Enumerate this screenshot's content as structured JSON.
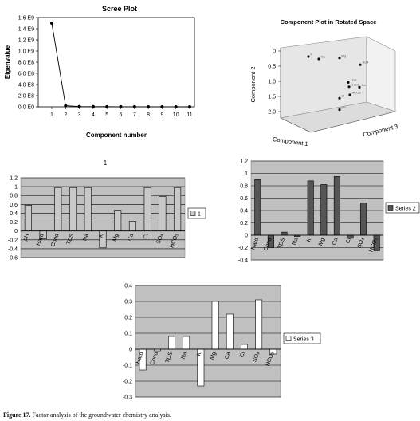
{
  "caption": {
    "label": "Figure 17.",
    "text": " Factor analysis of the groundwater chemistry analysis."
  },
  "chart_data": [
    {
      "id": "scree",
      "type": "line",
      "title": "Scree Plot",
      "xlabel": "Component number",
      "ylabel": "Eigenvalue",
      "x": [
        1,
        2,
        3,
        4,
        5,
        6,
        7,
        8,
        9,
        10,
        11
      ],
      "values": [
        1500000000.0,
        20000000.0,
        5000000.0,
        3000000.0,
        2000000.0,
        1500000.0,
        1000000.0,
        800000.0,
        500000.0,
        300000.0,
        100000.0
      ],
      "ylim": [
        0,
        1600000000.0
      ],
      "yticks": [
        "0.0 E0",
        "2.0 E8",
        "4.0 E8",
        "6.0 E8",
        "8.0 E8",
        "1.0 E9",
        "1.2 E9",
        "1.4 E9",
        "1.6 E9"
      ],
      "grid": false
    },
    {
      "id": "component3d",
      "type": "scatter",
      "title": "Component Plot in Rotated Space",
      "axis_labels": [
        "Component 1",
        "Component 2",
        "Component 3"
      ],
      "yticks": [
        "0",
        "0.5",
        "1.0",
        "1.5",
        "2.0"
      ],
      "points": [
        {
          "label": "K",
          "c1": 0.1,
          "c2": 0.05,
          "c3": 0.2
        },
        {
          "label": "Mg",
          "c1": 0.4,
          "c2": 0.05,
          "c3": 0.5
        },
        {
          "label": "Na",
          "c1": 0.2,
          "c2": 0.1,
          "c3": 0.3
        },
        {
          "label": "SO4",
          "c1": 0.6,
          "c2": 0.2,
          "c3": 0.7
        },
        {
          "label": "TDS",
          "c1": 0.3,
          "c2": 0.7,
          "c3": 0.6
        },
        {
          "label": "Cond",
          "c1": 0.4,
          "c2": 0.8,
          "c3": 0.6
        },
        {
          "label": "Ca",
          "c1": 0.5,
          "c2": 0.8,
          "c3": 0.7
        },
        {
          "label": "HCO3",
          "c1": 0.5,
          "c2": 1.0,
          "c3": 0.6
        },
        {
          "label": "Cl",
          "c1": 0.4,
          "c2": 1.1,
          "c3": 0.5
        },
        {
          "label": "pH",
          "c1": 0.4,
          "c2": 1.4,
          "c3": 0.5
        }
      ]
    },
    {
      "id": "loadings1",
      "type": "bar",
      "title": "1",
      "categories": [
        "pH",
        "Hard",
        "Cond",
        "TDS",
        "Na",
        "K",
        "Mg",
        "Ca",
        "Cl",
        "SO4",
        "HCO3"
      ],
      "values": [
        0.58,
        -0.18,
        0.98,
        0.98,
        0.98,
        -0.38,
        0.47,
        0.22,
        0.98,
        0.78,
        0.98
      ],
      "ylim": [
        -0.6,
        1.2
      ],
      "yticks": [
        "-0.6",
        "-0.4",
        "-0.2",
        "0",
        "0.2",
        "0.4",
        "0.6",
        "0.8",
        "1",
        "1.2"
      ],
      "legend": "1",
      "legend_position": "right",
      "bar_color": "#c8c8c8",
      "grid": true
    },
    {
      "id": "loadings2",
      "type": "bar",
      "categories": [
        "Hard",
        "Cond",
        "TDS",
        "Na",
        "K",
        "Mg",
        "Ca",
        "Cl",
        "SO4",
        "HCO3"
      ],
      "values": [
        0.9,
        -0.2,
        0.05,
        -0.02,
        0.88,
        0.82,
        0.95,
        -0.05,
        0.52,
        -0.25
      ],
      "ylim": [
        -0.4,
        1.2
      ],
      "yticks": [
        "-0.4",
        "-0.2",
        "0",
        "0.2",
        "0.4",
        "0.6",
        "0.8",
        "1",
        "1.2"
      ],
      "legend": "Series 2",
      "legend_position": "right",
      "bar_color": "#555555",
      "grid": true
    },
    {
      "id": "loadings3",
      "type": "bar",
      "categories": [
        "Hard",
        "Cond",
        "TDS",
        "Na",
        "K",
        "Mg",
        "Ca",
        "Cl",
        "SO4",
        "HCO3"
      ],
      "values": [
        -0.13,
        -0.01,
        0.08,
        0.08,
        -0.23,
        0.3,
        0.22,
        0.03,
        0.31,
        -0.03
      ],
      "ylim": [
        -0.3,
        0.4
      ],
      "yticks": [
        "-0.3",
        "-0.2",
        "-0.1",
        "0",
        "0.1",
        "0.2",
        "0.3",
        "0.4"
      ],
      "legend": "Series 3",
      "legend_position": "right",
      "bar_color": "#ffffff",
      "grid": true
    }
  ]
}
